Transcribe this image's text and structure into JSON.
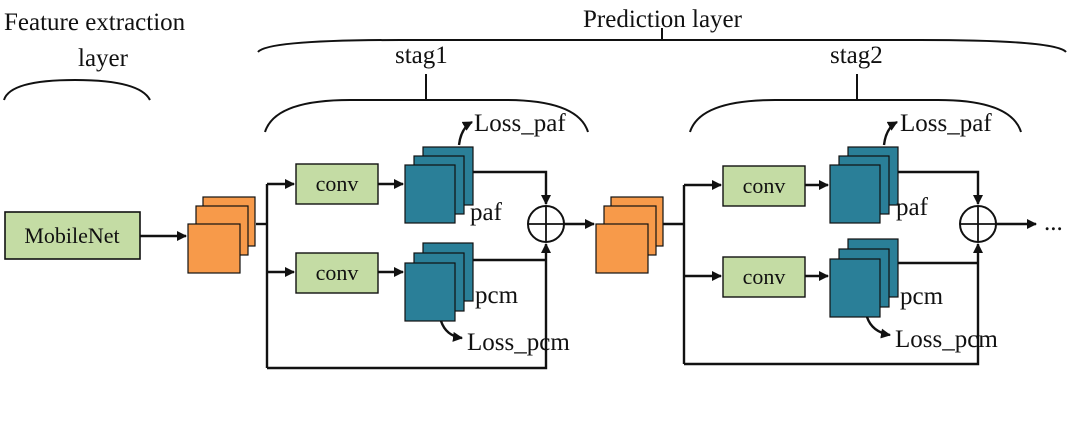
{
  "labels": {
    "feature_extraction_line1": "Feature extraction",
    "feature_extraction_line2": "layer",
    "prediction_layer": "Prediction layer",
    "stage1": "stag1",
    "stage2": "stag2",
    "backbone": "MobileNet",
    "conv": "conv",
    "paf": "paf",
    "pcm": "pcm",
    "loss_paf": "Loss_paf",
    "loss_pcm": "Loss_pcm",
    "continuation": "..."
  },
  "colors": {
    "backbone_fill": "#c4dca4",
    "backbone_stroke": "#111111",
    "conv_fill": "#c4dca4",
    "feature_map_fill": "#f79a4a",
    "output_map_fill": "#2a7f98",
    "line": "#111111"
  }
}
